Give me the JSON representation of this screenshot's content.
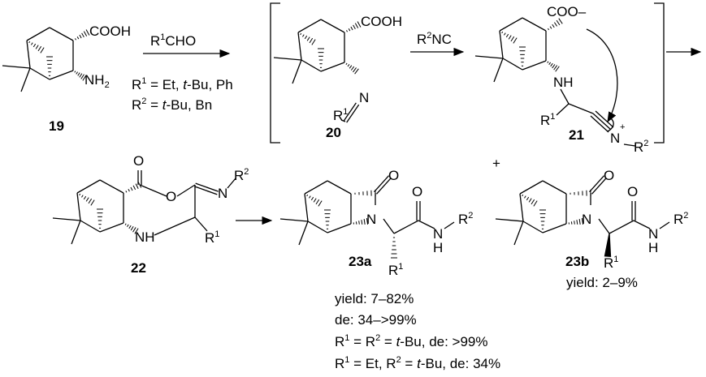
{
  "scheme": {
    "compounds": {
      "c19": {
        "label": "19",
        "cooh": [
          [
            "COOH",
            ""
          ]
        ],
        "nh2": [
          [
            "NH",
            ""
          ],
          [
            "2",
            "sub"
          ]
        ]
      },
      "c20": {
        "label": "20",
        "cooh": [
          [
            "COOH",
            ""
          ]
        ],
        "n": [
          [
            "N",
            ""
          ]
        ],
        "r1": [
          [
            "R",
            ""
          ],
          [
            "1",
            "sup"
          ]
        ]
      },
      "c21": {
        "label": "21",
        "coo": [
          [
            "COO–",
            ""
          ]
        ],
        "nh": [
          [
            "NH",
            ""
          ]
        ],
        "r1": [
          [
            "R",
            ""
          ],
          [
            "1",
            "sup"
          ]
        ],
        "n": [
          [
            "N",
            ""
          ]
        ],
        "plus": [
          [
            "+",
            "sup"
          ]
        ],
        "r2": [
          [
            "R",
            ""
          ],
          [
            "2",
            "sup"
          ]
        ]
      },
      "c22": {
        "label": "22",
        "o_carbonyl": [
          [
            "O",
            ""
          ]
        ],
        "o_ring": [
          [
            "O",
            ""
          ]
        ],
        "n": [
          [
            "N",
            ""
          ]
        ],
        "r2": [
          [
            "R",
            ""
          ],
          [
            "2",
            "sup"
          ]
        ],
        "nh": [
          [
            "NH",
            ""
          ]
        ],
        "r1": [
          [
            "R",
            ""
          ],
          [
            "1",
            "sup"
          ]
        ]
      },
      "c23a": {
        "label": "23a",
        "o1": [
          [
            "O",
            ""
          ]
        ],
        "n": [
          [
            "N",
            ""
          ]
        ],
        "o2": [
          [
            "O",
            ""
          ]
        ],
        "nh_n": [
          [
            "N",
            ""
          ]
        ],
        "nh_h": [
          [
            "H",
            ""
          ]
        ],
        "r2": [
          [
            "R",
            ""
          ],
          [
            "2",
            "sup"
          ]
        ],
        "r1": [
          [
            "R",
            ""
          ],
          [
            "1",
            "sup"
          ]
        ]
      },
      "c23b": {
        "label": "23b",
        "o1": [
          [
            "O",
            ""
          ]
        ],
        "n": [
          [
            "N",
            ""
          ]
        ],
        "o2": [
          [
            "O",
            ""
          ]
        ],
        "nh_n": [
          [
            "N",
            ""
          ]
        ],
        "nh_h": [
          [
            "H",
            ""
          ]
        ],
        "r2": [
          [
            "R",
            ""
          ],
          [
            "2",
            "sup"
          ]
        ],
        "r1": [
          [
            "R",
            ""
          ],
          [
            "1",
            "sup"
          ]
        ]
      }
    },
    "step1": {
      "reagent": [
        [
          "R",
          ""
        ],
        [
          "1",
          "sup"
        ],
        [
          "CHO",
          ""
        ]
      ],
      "condition1": [
        [
          "R",
          ""
        ],
        [
          "1",
          "sup"
        ],
        [
          " = Et, ",
          ""
        ],
        [
          "t",
          "i"
        ],
        [
          "-Bu, Ph",
          ""
        ]
      ],
      "condition2": [
        [
          "R",
          ""
        ],
        [
          "2",
          "sup"
        ],
        [
          " = ",
          ""
        ],
        [
          "t",
          "i"
        ],
        [
          "-Bu, Bn",
          ""
        ]
      ]
    },
    "step2": {
      "reagent": [
        [
          "R",
          ""
        ],
        [
          "2",
          "sup"
        ],
        [
          "NC",
          ""
        ]
      ]
    },
    "plus_sign": "+",
    "results_23a": [
      [
        [
          "yield: 7–82%",
          ""
        ]
      ],
      [
        [
          "de: 34–>99%",
          ""
        ]
      ],
      [
        [
          "R",
          ""
        ],
        [
          "1",
          "sup"
        ],
        [
          " = R",
          ""
        ],
        [
          "2",
          "sup"
        ],
        [
          " = ",
          ""
        ],
        [
          "t",
          "i"
        ],
        [
          "-Bu, de: >99%",
          ""
        ]
      ],
      [
        [
          "R",
          ""
        ],
        [
          "1",
          "sup"
        ],
        [
          " = Et, R",
          ""
        ],
        [
          "2",
          "sup"
        ],
        [
          " = ",
          ""
        ],
        [
          "t",
          "i"
        ],
        [
          "-Bu, de: 34%",
          ""
        ]
      ]
    ],
    "results_23b": [
      [
        [
          "yield: 2–9%",
          ""
        ]
      ]
    ]
  }
}
